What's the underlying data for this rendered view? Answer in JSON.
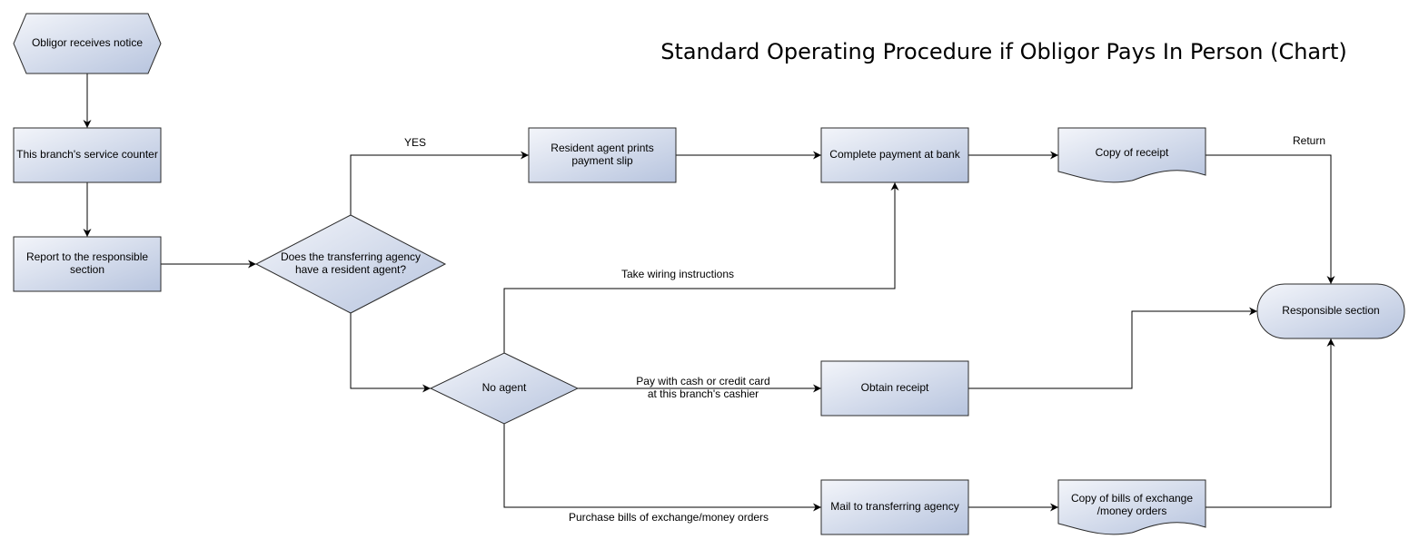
{
  "title": "Standard Operating Procedure if Obligor Pays In Person (Chart)",
  "colors": {
    "fill_light": "#f3f5fa",
    "fill_dark": "#b7c4de",
    "stroke": "#2b2b2b",
    "line": "#000000",
    "text": "#000000"
  },
  "nodes": {
    "obligor_receives_notice": {
      "shape": "hexagon",
      "lines": [
        "Obligor receives notice"
      ]
    },
    "service_counter": {
      "shape": "rectangle",
      "lines": [
        "This branch's service counter"
      ]
    },
    "report_section": {
      "shape": "rectangle",
      "lines": [
        "Report to the responsible",
        "section"
      ]
    },
    "resident_agent_question": {
      "shape": "diamond",
      "lines": [
        "Does the transferring agency",
        "have a resident agent?"
      ]
    },
    "no_agent": {
      "shape": "diamond",
      "lines": [
        "No agent"
      ]
    },
    "agent_prints_slip": {
      "shape": "rectangle",
      "lines": [
        "Resident agent prints",
        "payment slip"
      ]
    },
    "complete_payment_bank": {
      "shape": "rectangle",
      "lines": [
        "Complete payment at bank"
      ]
    },
    "copy_of_receipt": {
      "shape": "document",
      "lines": [
        "Copy of receipt"
      ]
    },
    "obtain_receipt": {
      "shape": "rectangle",
      "lines": [
        "Obtain receipt"
      ]
    },
    "mail_agency": {
      "shape": "rectangle",
      "lines": [
        "Mail to transferring agency"
      ]
    },
    "copy_bills": {
      "shape": "document",
      "lines": [
        "Copy of bills of exchange",
        "/money orders"
      ]
    },
    "responsible_section": {
      "shape": "terminator",
      "lines": [
        "Responsible section"
      ]
    }
  },
  "edges": [
    {
      "from": "obligor_receives_notice",
      "to": "service_counter",
      "label": []
    },
    {
      "from": "service_counter",
      "to": "report_section",
      "label": []
    },
    {
      "from": "report_section",
      "to": "resident_agent_question",
      "label": []
    },
    {
      "from": "resident_agent_question",
      "to": "agent_prints_slip",
      "label": [
        "YES"
      ]
    },
    {
      "from": "resident_agent_question",
      "to": "no_agent",
      "label": []
    },
    {
      "from": "agent_prints_slip",
      "to": "complete_payment_bank",
      "label": []
    },
    {
      "from": "complete_payment_bank",
      "to": "copy_of_receipt",
      "label": []
    },
    {
      "from": "copy_of_receipt",
      "to": "responsible_section",
      "label": [
        "Return"
      ]
    },
    {
      "from": "no_agent",
      "to": "complete_payment_bank",
      "label": [
        "Take wiring instructions"
      ]
    },
    {
      "from": "no_agent",
      "to": "obtain_receipt",
      "label": [
        "Pay with cash or credit card",
        "at this branch's cashier"
      ]
    },
    {
      "from": "obtain_receipt",
      "to": "responsible_section",
      "label": []
    },
    {
      "from": "no_agent",
      "to": "mail_agency",
      "label": [
        "Purchase bills of exchange/money orders"
      ]
    },
    {
      "from": "mail_agency",
      "to": "copy_bills",
      "label": []
    },
    {
      "from": "copy_bills",
      "to": "responsible_section",
      "label": []
    }
  ]
}
